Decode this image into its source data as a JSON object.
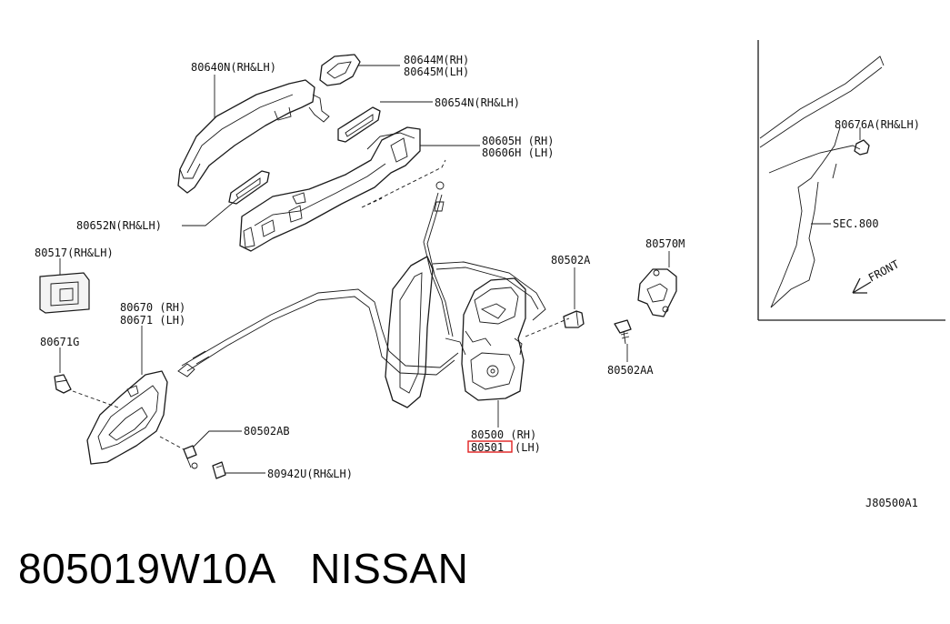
{
  "diagram_code": "J80500A1",
  "caption": "805019W10A   NISSAN",
  "highlight_color": "#e02020",
  "inset": {
    "part_label": "80676A(RH&LH)",
    "section_label": "SEC.800",
    "direction_label": "FRONT"
  },
  "labels": {
    "l80640N": "80640N(RH&LH)",
    "l80644M": "80644M(RH)",
    "l80645M": "80645M(LH)",
    "l80654N": "80654N(RH&LH)",
    "l80605H": "80605H (RH)",
    "l80606H": "80606H (LH)",
    "l80652N": "80652N(RH&LH)",
    "l80517": "80517(RH&LH)",
    "l80670": "80670 (RH)",
    "l80671": "80671 (LH)",
    "l80671G": "80671G",
    "l80502AB": "80502AB",
    "l80942U": "80942U(RH&LH)",
    "l80502A": "80502A",
    "l80570M": "80570M",
    "l80502AA": "80502AA",
    "l80500": "80500 (RH)",
    "l80501_num": "80501",
    "l80501_side": "(LH)"
  }
}
